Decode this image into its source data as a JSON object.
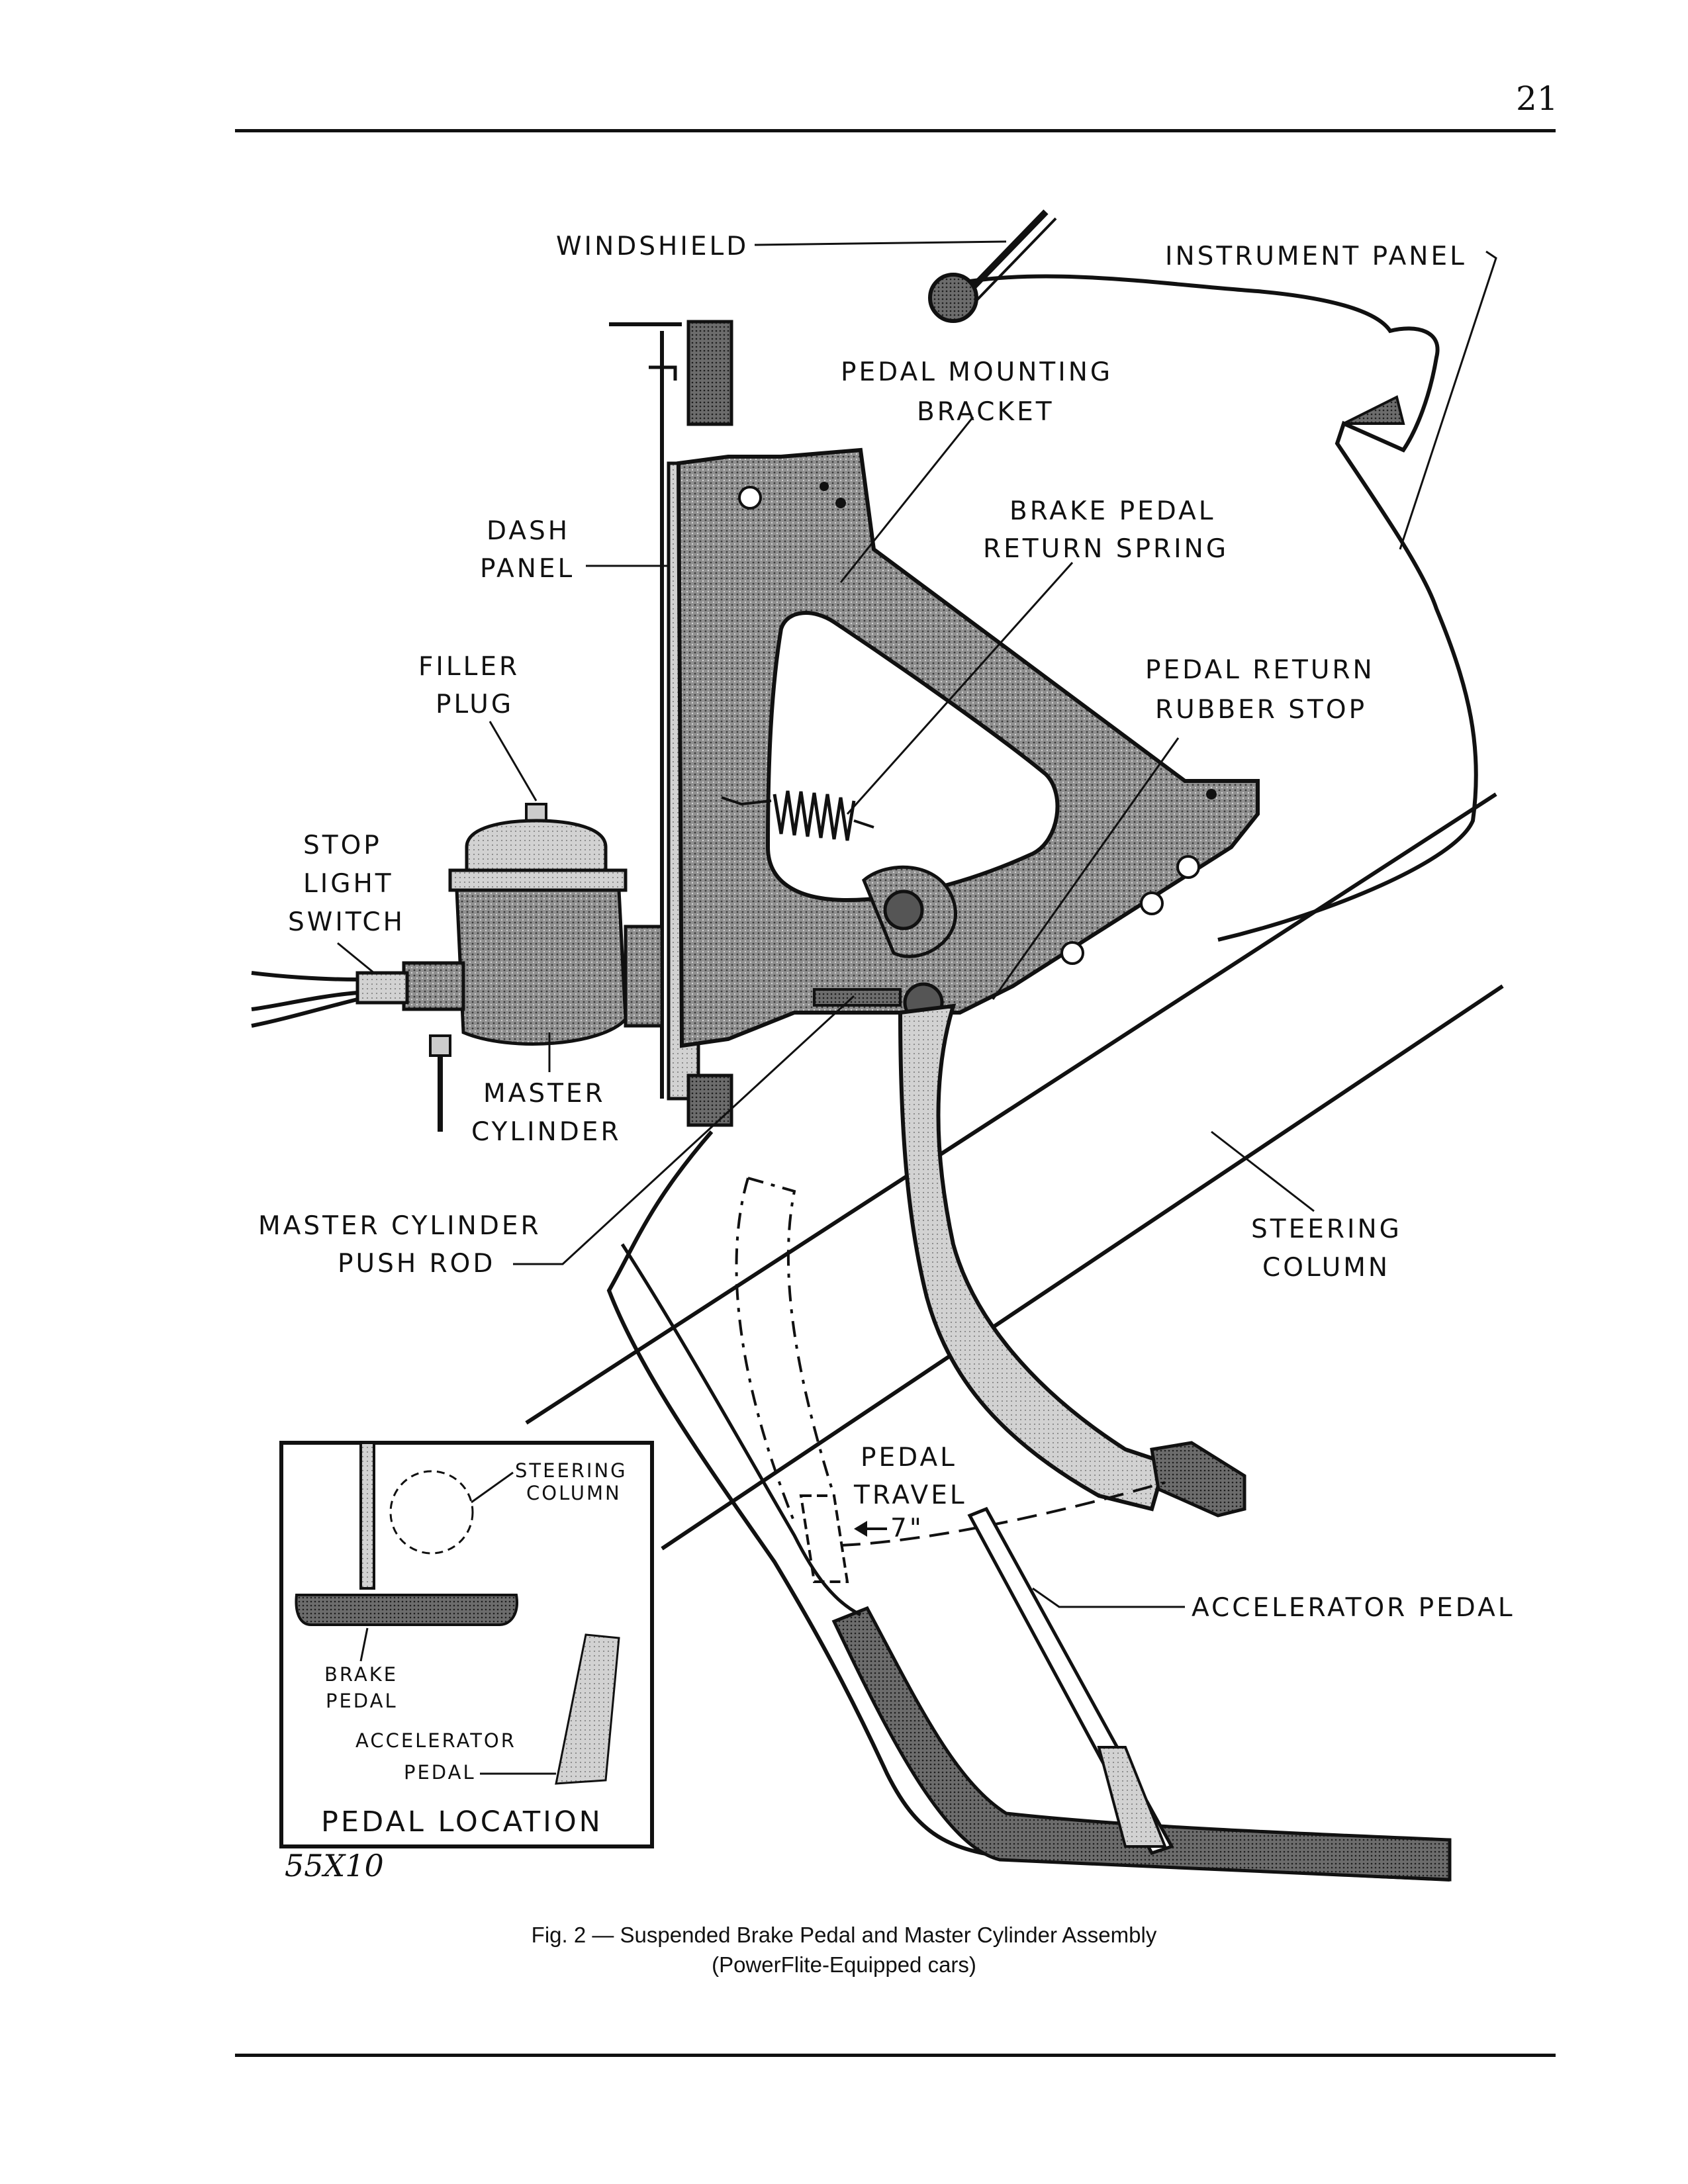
{
  "page": {
    "number": "21"
  },
  "figure": {
    "labels": {
      "windshield": "WINDSHIELD",
      "instrument_panel": "INSTRUMENT PANEL",
      "pedal_mounting_bracket_1": "PEDAL MOUNTING",
      "pedal_mounting_bracket_2": "BRACKET",
      "dash_panel_1": "DASH",
      "dash_panel_2": "PANEL",
      "brake_pedal_return_spring_1": "BRAKE PEDAL",
      "brake_pedal_return_spring_2": "RETURN SPRING",
      "filler_plug_1": "FILLER",
      "filler_plug_2": "PLUG",
      "pedal_return_rubber_stop_1": "PEDAL RETURN",
      "pedal_return_rubber_stop_2": "RUBBER STOP",
      "stop_light_switch_1": "STOP",
      "stop_light_switch_2": "LIGHT",
      "stop_light_switch_3": "SWITCH",
      "master_cylinder_1": "MASTER",
      "master_cylinder_2": "CYLINDER",
      "master_cylinder_push_rod_1": "MASTER CYLINDER",
      "master_cylinder_push_rod_2": "PUSH ROD",
      "steering_column_1": "STEERING",
      "steering_column_2": "COLUMN",
      "pedal_travel_1": "PEDAL",
      "pedal_travel_2": "TRAVEL",
      "pedal_travel_value": "7\"",
      "accelerator_pedal": "ACCELERATOR PEDAL"
    },
    "inset": {
      "steering_column_1": "STEERING",
      "steering_column_2": "COLUMN",
      "brake_pedal_1": "BRAKE",
      "brake_pedal_2": "PEDAL",
      "accelerator_pedal_1": "ACCELERATOR",
      "accelerator_pedal_2": "PEDAL",
      "title": "PEDAL LOCATION"
    },
    "figure_code": "55X10"
  },
  "caption": {
    "line1": "Fig. 2 — Suspended Brake Pedal and Master Cylinder Assembly",
    "line2": "(PowerFlite-Equipped cars)"
  }
}
